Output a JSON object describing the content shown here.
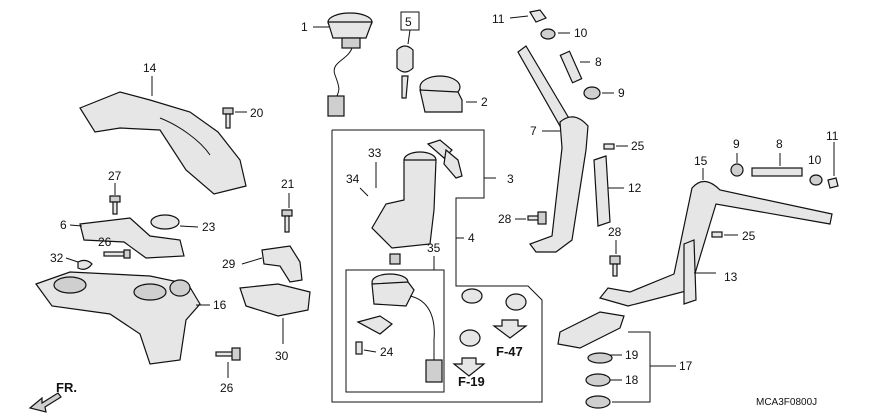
{
  "callouts": {
    "c1": "1",
    "c2": "2",
    "c3": "3",
    "c4": "4",
    "c5": "5",
    "c6": "6",
    "c7": "7",
    "c8a": "8",
    "c8b": "8",
    "c9a": "9",
    "c9b": "9",
    "c10a": "10",
    "c10b": "10",
    "c11a": "11",
    "c11b": "11",
    "c12": "12",
    "c13": "13",
    "c14": "14",
    "c15": "15",
    "c16": "16",
    "c17": "17",
    "c18": "18",
    "c19": "19",
    "c20": "20",
    "c21": "21",
    "c23": "23",
    "c24": "24",
    "c25a": "25",
    "c25b": "25",
    "c26a": "26",
    "c26b": "26",
    "c27": "27",
    "c28a": "28",
    "c28b": "28",
    "c29": "29",
    "c30": "30",
    "c32": "32",
    "c33": "33",
    "c34": "34",
    "c35": "35"
  },
  "refs": {
    "f47": "F-47",
    "f19": "F-19",
    "front": "FR."
  },
  "diagram_code": "MCA3F0800J"
}
